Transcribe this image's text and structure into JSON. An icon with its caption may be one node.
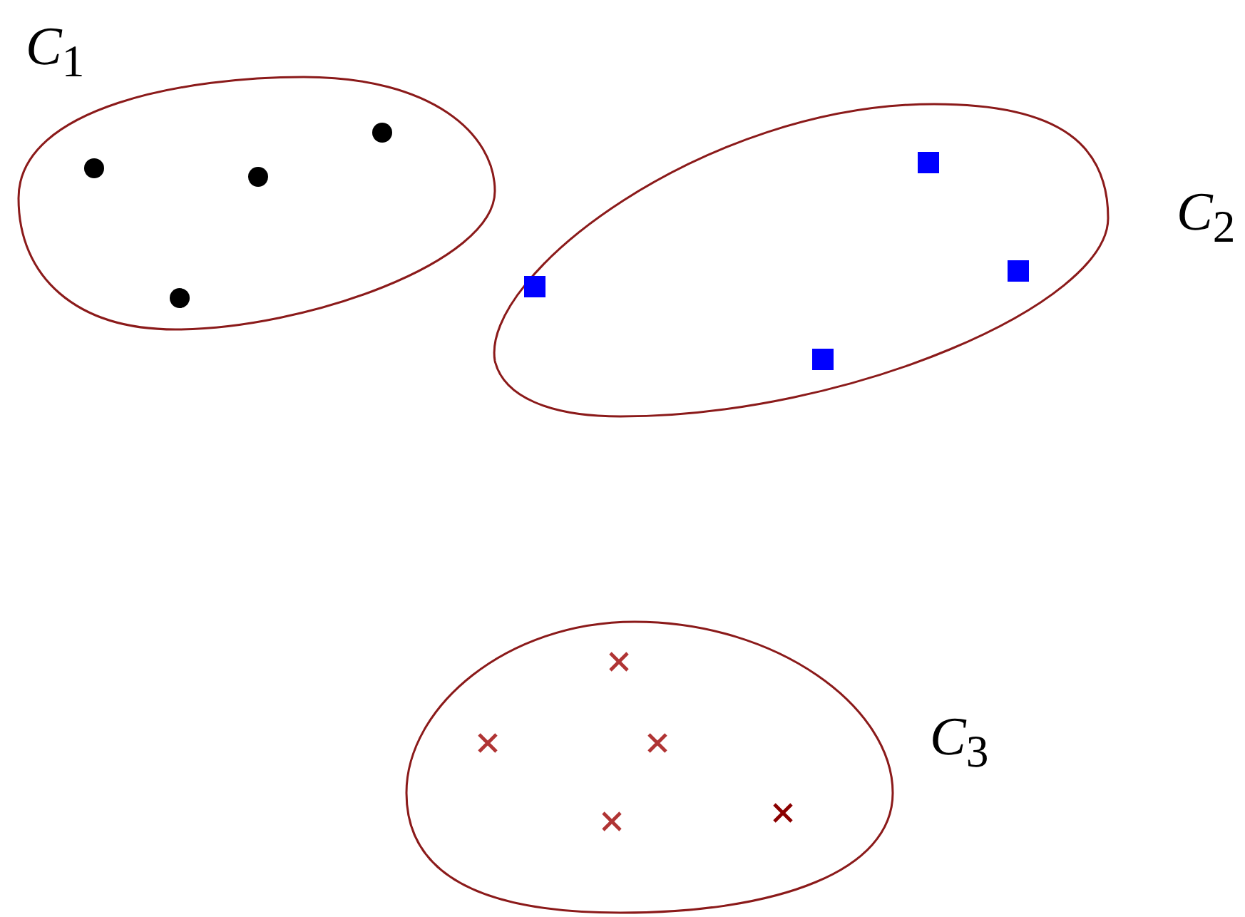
{
  "diagram": {
    "nodes": [
      {
        "text": [
          "*C*$_{1}$"
        ]
      },
      {
        "text": [],
        "shape": "circle",
        "in": 0
      },
      {
        "text": [],
        "shape": "circle",
        "in": 0
      },
      {
        "text": [],
        "shape": "circle",
        "in": 0
      },
      {
        "text": [],
        "shape": "circle",
        "in": 0
      },
      {
        "text": [
          "*C*$_{2}$"
        ]
      },
      {
        "text": [],
        "shape": "box",
        "in": 5
      },
      {
        "text": [],
        "shape": "box",
        "in": 5
      },
      {
        "text": [],
        "shape": "box",
        "in": 5
      },
      {
        "text": [],
        "shape": "box",
        "in": 5
      },
      {
        "text": [
          "*C*$_{3}$"
        ]
      },
      {
        "text": [],
        "shape": "cross",
        "in": 10
      },
      {
        "text": [],
        "shape": "cross",
        "in": 10
      },
      {
        "text": [],
        "shape": "cross",
        "in": 10
      },
      {
        "text": [],
        "shape": "cross",
        "in": 10
      },
      {
        "text": [],
        "shape": "cross",
        "in": 10
      }
    ]
  }
}
